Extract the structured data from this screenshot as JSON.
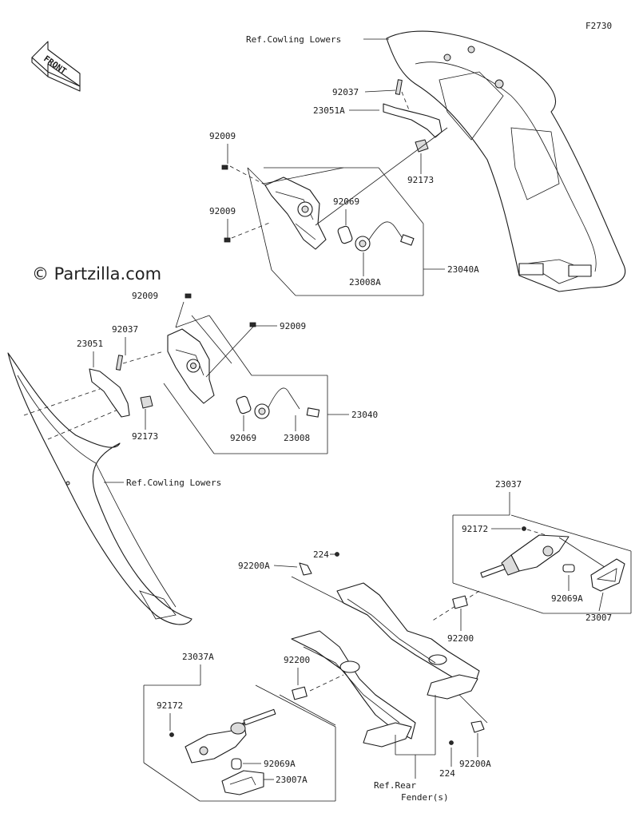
{
  "figure_code": "F2730",
  "watermark": "© Partzilla.com",
  "front_label": "FRONT",
  "labels": {
    "ref_cowling_lowers_top": "Ref.Cowling Lowers",
    "ref_cowling_lowers_mid": "Ref.Cowling Lowers",
    "ref_rear_fender_line1": "Ref.Rear",
    "ref_rear_fender_line2": "Fender(s)",
    "p92037_top": "92037",
    "p23051A": "23051A",
    "p92009_a": "92009",
    "p92009_b": "92009",
    "p92173_top": "92173",
    "p92069_top": "92069",
    "p23040A": "23040A",
    "p23008A": "23008A",
    "p92009_c": "92009",
    "p92037_mid": "92037",
    "p92009_d": "92009",
    "p23051": "23051",
    "p92173_mid": "92173",
    "p23040": "23040",
    "p92069_mid": "92069",
    "p23008": "23008",
    "p23037": "23037",
    "p92172_right": "92172",
    "p224_top": "224",
    "p92200A_top": "92200A",
    "p92069A_right": "92069A",
    "p23007": "23007",
    "p92200_right": "92200",
    "p23037A": "23037A",
    "p92200_left": "92200",
    "p92172_left": "92172",
    "p92069A_left": "92069A",
    "p23007A": "23007A",
    "p224_bottom": "224",
    "p92200A_bottom": "92200A"
  }
}
